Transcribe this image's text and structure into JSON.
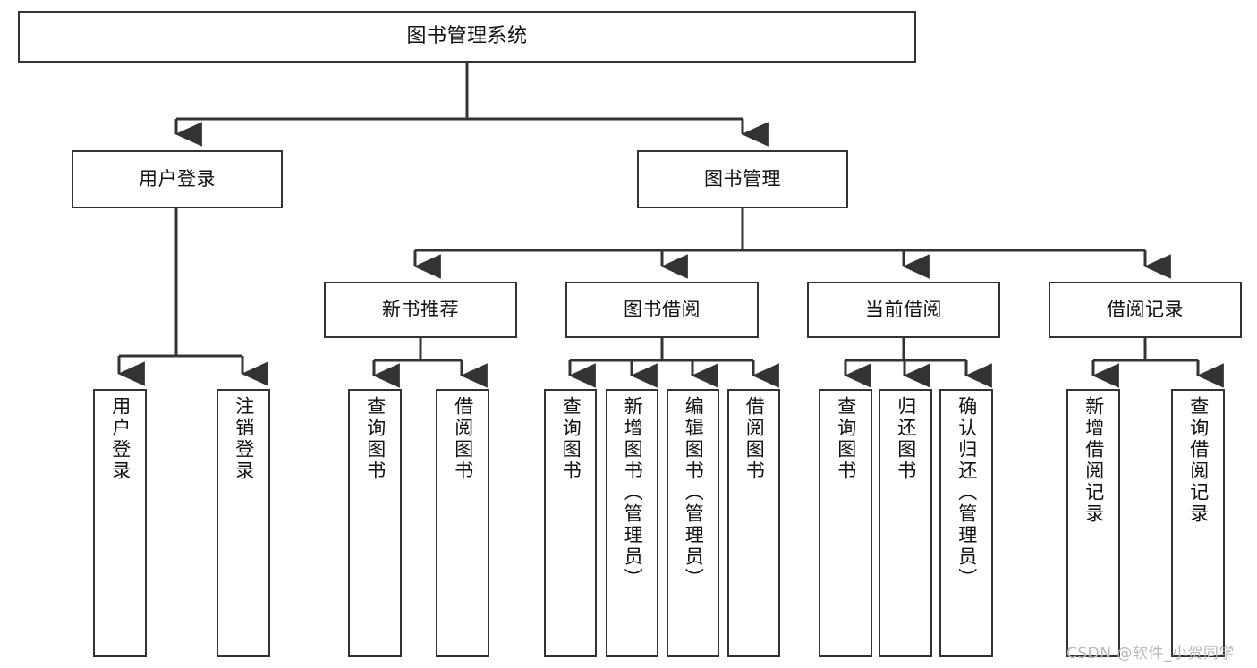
{
  "diagram": {
    "title": "图书管理系统",
    "type": "hierarchy-tree",
    "watermark": "CSDN @软件_小贺同学",
    "colors": {
      "box_border": "#333333",
      "box_fill": "#ffffff",
      "text": "#111111",
      "connector": "#333333",
      "watermark": "#b9b9b9",
      "background": "#ffffff"
    },
    "root": {
      "label": "图书管理系统"
    },
    "level2": [
      {
        "label": "用户登录"
      },
      {
        "label": "图书管理"
      }
    ],
    "level3": [
      {
        "label": "新书推荐"
      },
      {
        "label": "图书借阅"
      },
      {
        "label": "当前借阅"
      },
      {
        "label": "借阅记录"
      }
    ],
    "leaves": {
      "user_login": [
        {
          "label": "用户登录"
        },
        {
          "label": "注销登录"
        }
      ],
      "new_book_recommend": [
        {
          "label": "查询图书"
        },
        {
          "label": "借阅图书"
        }
      ],
      "book_borrow": [
        {
          "label": "查询图书"
        },
        {
          "label": "新增图书（管理员）"
        },
        {
          "label": "编辑图书（管理员）"
        },
        {
          "label": "借阅图书"
        }
      ],
      "current_borrow": [
        {
          "label": "查询图书"
        },
        {
          "label": "归还图书"
        },
        {
          "label": "确认归还（管理员）"
        }
      ],
      "borrow_records": [
        {
          "label": "新增借阅记录"
        },
        {
          "label": "查询借阅记录"
        }
      ]
    }
  }
}
